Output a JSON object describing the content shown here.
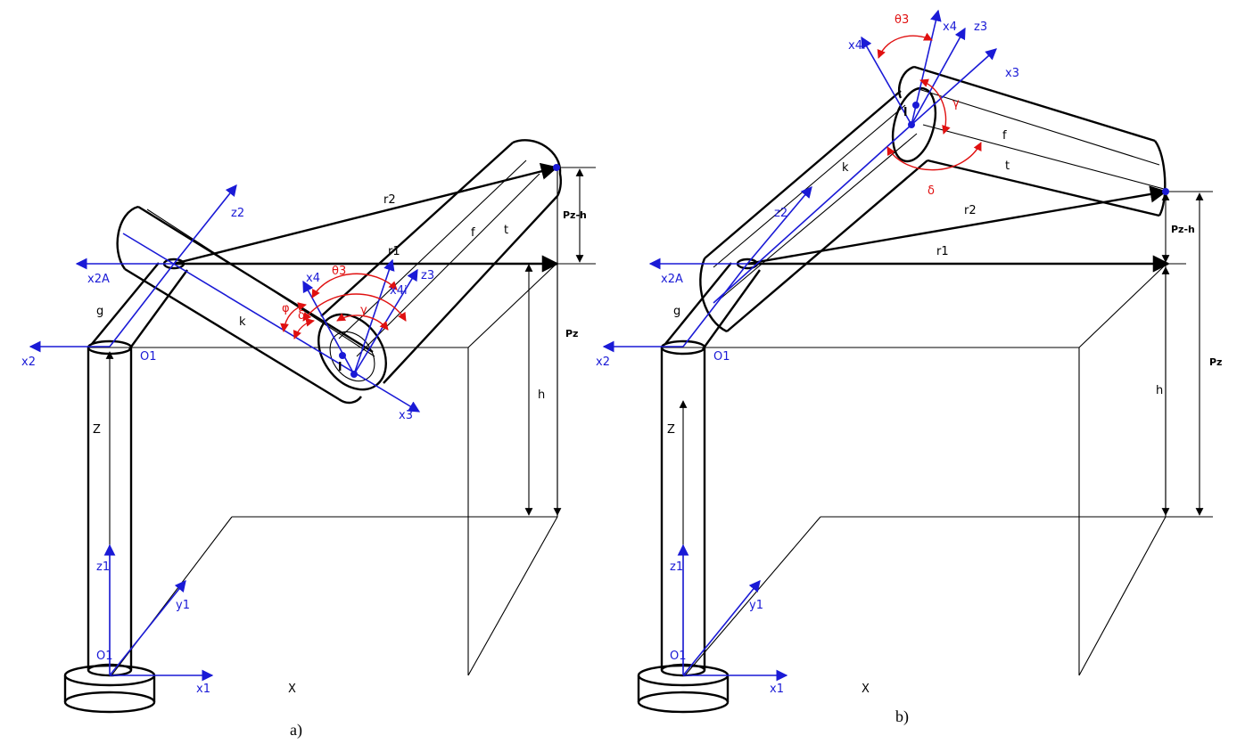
{
  "panel_a": {
    "g": "g",
    "x2a": "x2A",
    "x2": "x2",
    "o1": "O1",
    "Z": "Z",
    "z1": "z1",
    "y1": "y1",
    "x1": "x1",
    "X": "X",
    "z2": "z2",
    "k": "k",
    "r2": "r2",
    "r1": "r1",
    "f": "f",
    "t": "t",
    "pz_h": "Pz-h",
    "pz": "Pz",
    "h": "h",
    "x4": "x4",
    "theta3": "θ3",
    "x4i": "x4i",
    "z3": "z3",
    "phi": "φ",
    "delta": "δ",
    "gamma": "γ",
    "l": "l",
    "x3": "x3"
  },
  "panel_b": {
    "g": "g",
    "x2a": "x2A",
    "x2": "x2",
    "o1": "O1",
    "Z": "Z",
    "z1": "z1",
    "y1": "y1",
    "x1": "x1",
    "X": "X",
    "z2": "z2",
    "k": "k",
    "r2": "r2",
    "r1": "r1",
    "f": "f",
    "t": "t",
    "pz_h": "Pz-h",
    "pz": "Pz",
    "h": "h",
    "theta3": "θ3",
    "x4": "x4",
    "z3": "z3",
    "x4i": "x4i",
    "x3": "x3",
    "gamma": "γ",
    "l": "l",
    "delta": "δ"
  },
  "captions": {
    "a": "a)",
    "b": "b)"
  }
}
